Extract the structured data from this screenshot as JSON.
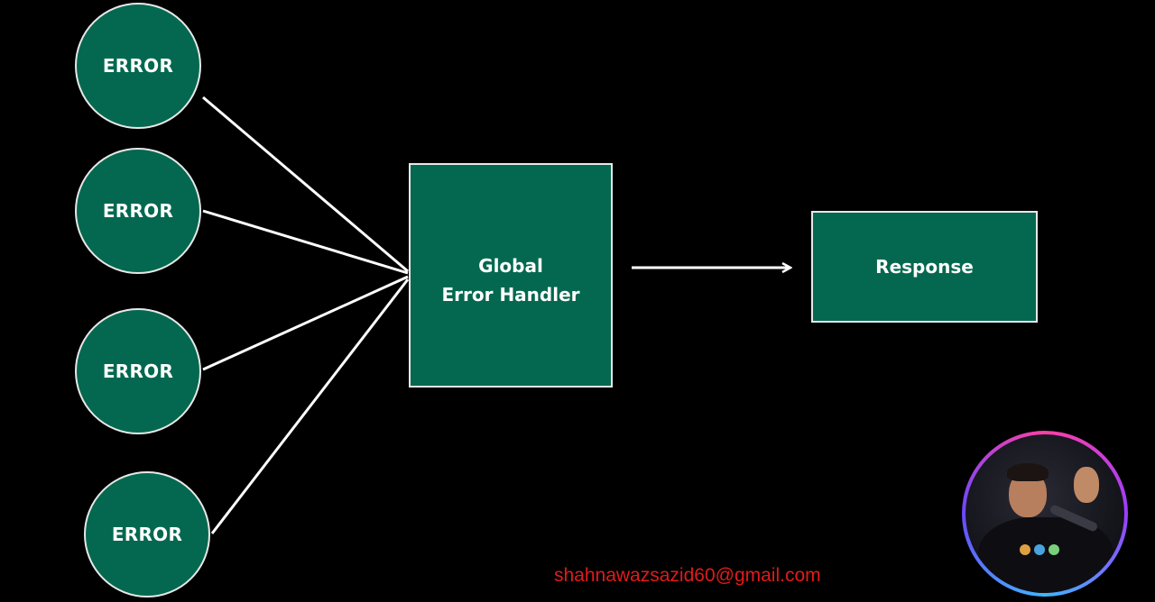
{
  "diagram": {
    "error_nodes": [
      {
        "label": "ERROR"
      },
      {
        "label": "ERROR"
      },
      {
        "label": "ERROR"
      },
      {
        "label": "ERROR"
      }
    ],
    "handler": {
      "line1": "Global",
      "line2": "Error Handler"
    },
    "response": {
      "label": "Response"
    }
  },
  "watermark": {
    "email": "shahnawazsazid60@gmail.com"
  },
  "colors": {
    "background": "#000000",
    "node_fill": "#03684f",
    "node_border": "#e8e8e8",
    "text": "#ffffff",
    "email": "#e01b1b"
  },
  "presenter": {
    "icon": "presenter-webcam-icon"
  }
}
